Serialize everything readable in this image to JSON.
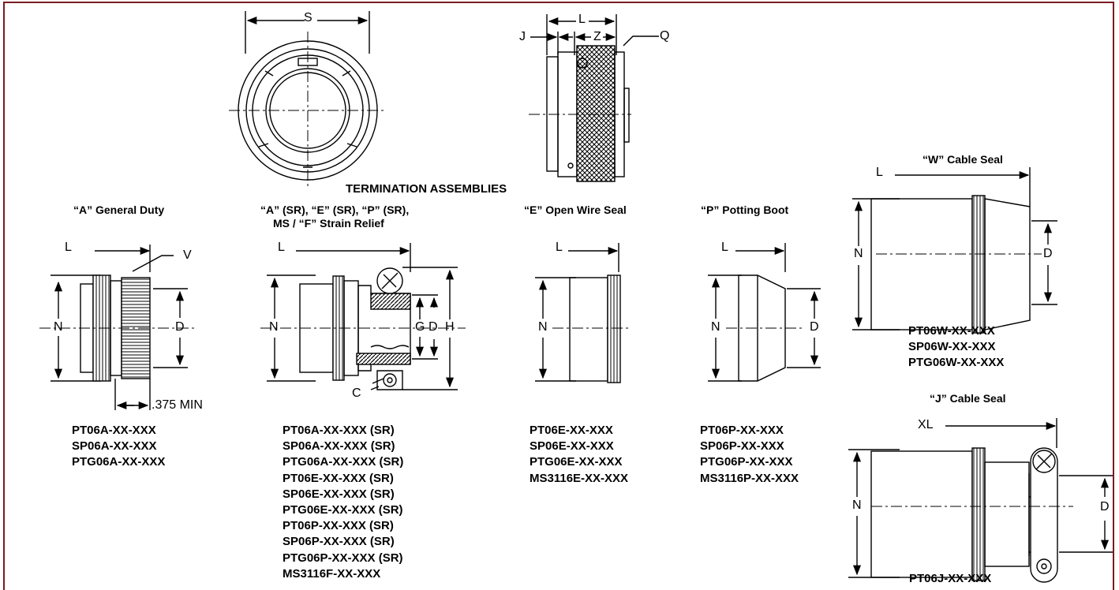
{
  "title": "TERMINATION ASSEMBLIES",
  "top_dims": {
    "s": "S",
    "l": "L",
    "j": "J",
    "z": "Z",
    "q": "Q"
  },
  "sections": {
    "general_duty": {
      "heading": "“A” General Duty",
      "dims": {
        "l": "L",
        "v": "V",
        "n": "N",
        "d": "D",
        "min": ".375 MIN"
      },
      "parts": [
        "PT06A-XX-XXX",
        "SP06A-XX-XXX",
        "PTG06A-XX-XXX"
      ]
    },
    "strain_relief": {
      "heading_line1": "“A” (SR), “E” (SR), “P” (SR),",
      "heading_line2": "MS / “F” Strain Relief",
      "dims": {
        "l": "L",
        "n": "N",
        "g": "G",
        "d": "D",
        "h": "H",
        "c": "C"
      },
      "parts": [
        "PT06A-XX-XXX (SR)",
        "SP06A-XX-XXX (SR)",
        "PTG06A-XX-XXX (SR)",
        "PT06E-XX-XXX (SR)",
        "SP06E-XX-XXX (SR)",
        "PTG06E-XX-XXX (SR)",
        "PT06P-XX-XXX (SR)",
        "SP06P-XX-XXX (SR)",
        "PTG06P-XX-XXX (SR)",
        "MS3116F-XX-XXX"
      ]
    },
    "open_wire_seal": {
      "heading": "“E” Open Wire Seal",
      "dims": {
        "l": "L",
        "n": "N"
      },
      "parts": [
        "PT06E-XX-XXX",
        "SP06E-XX-XXX",
        "PTG06E-XX-XXX",
        "MS3116E-XX-XXX"
      ]
    },
    "potting_boot": {
      "heading": "“P” Potting Boot",
      "dims": {
        "l": "L",
        "n": "N",
        "d": "D"
      },
      "parts": [
        "PT06P-XX-XXX",
        "SP06P-XX-XXX",
        "PTG06P-XX-XXX",
        "MS3116P-XX-XXX"
      ]
    },
    "w_cable_seal": {
      "heading": "“W” Cable Seal",
      "dims": {
        "l": "L",
        "n": "N",
        "d": "D"
      },
      "parts": [
        "PT06W-XX-XXX",
        "SP06W-XX-XXX",
        "PTG06W-XX-XXX"
      ]
    },
    "j_cable_seal": {
      "heading": "“J” Cable Seal",
      "dims": {
        "xl": "XL",
        "n": "N",
        "d": "D"
      },
      "parts": [
        "PT06J-XX-XXX"
      ]
    }
  },
  "colors": {
    "border": "#7a1b22",
    "line": "#000000",
    "shade": "#d0d0d0"
  }
}
